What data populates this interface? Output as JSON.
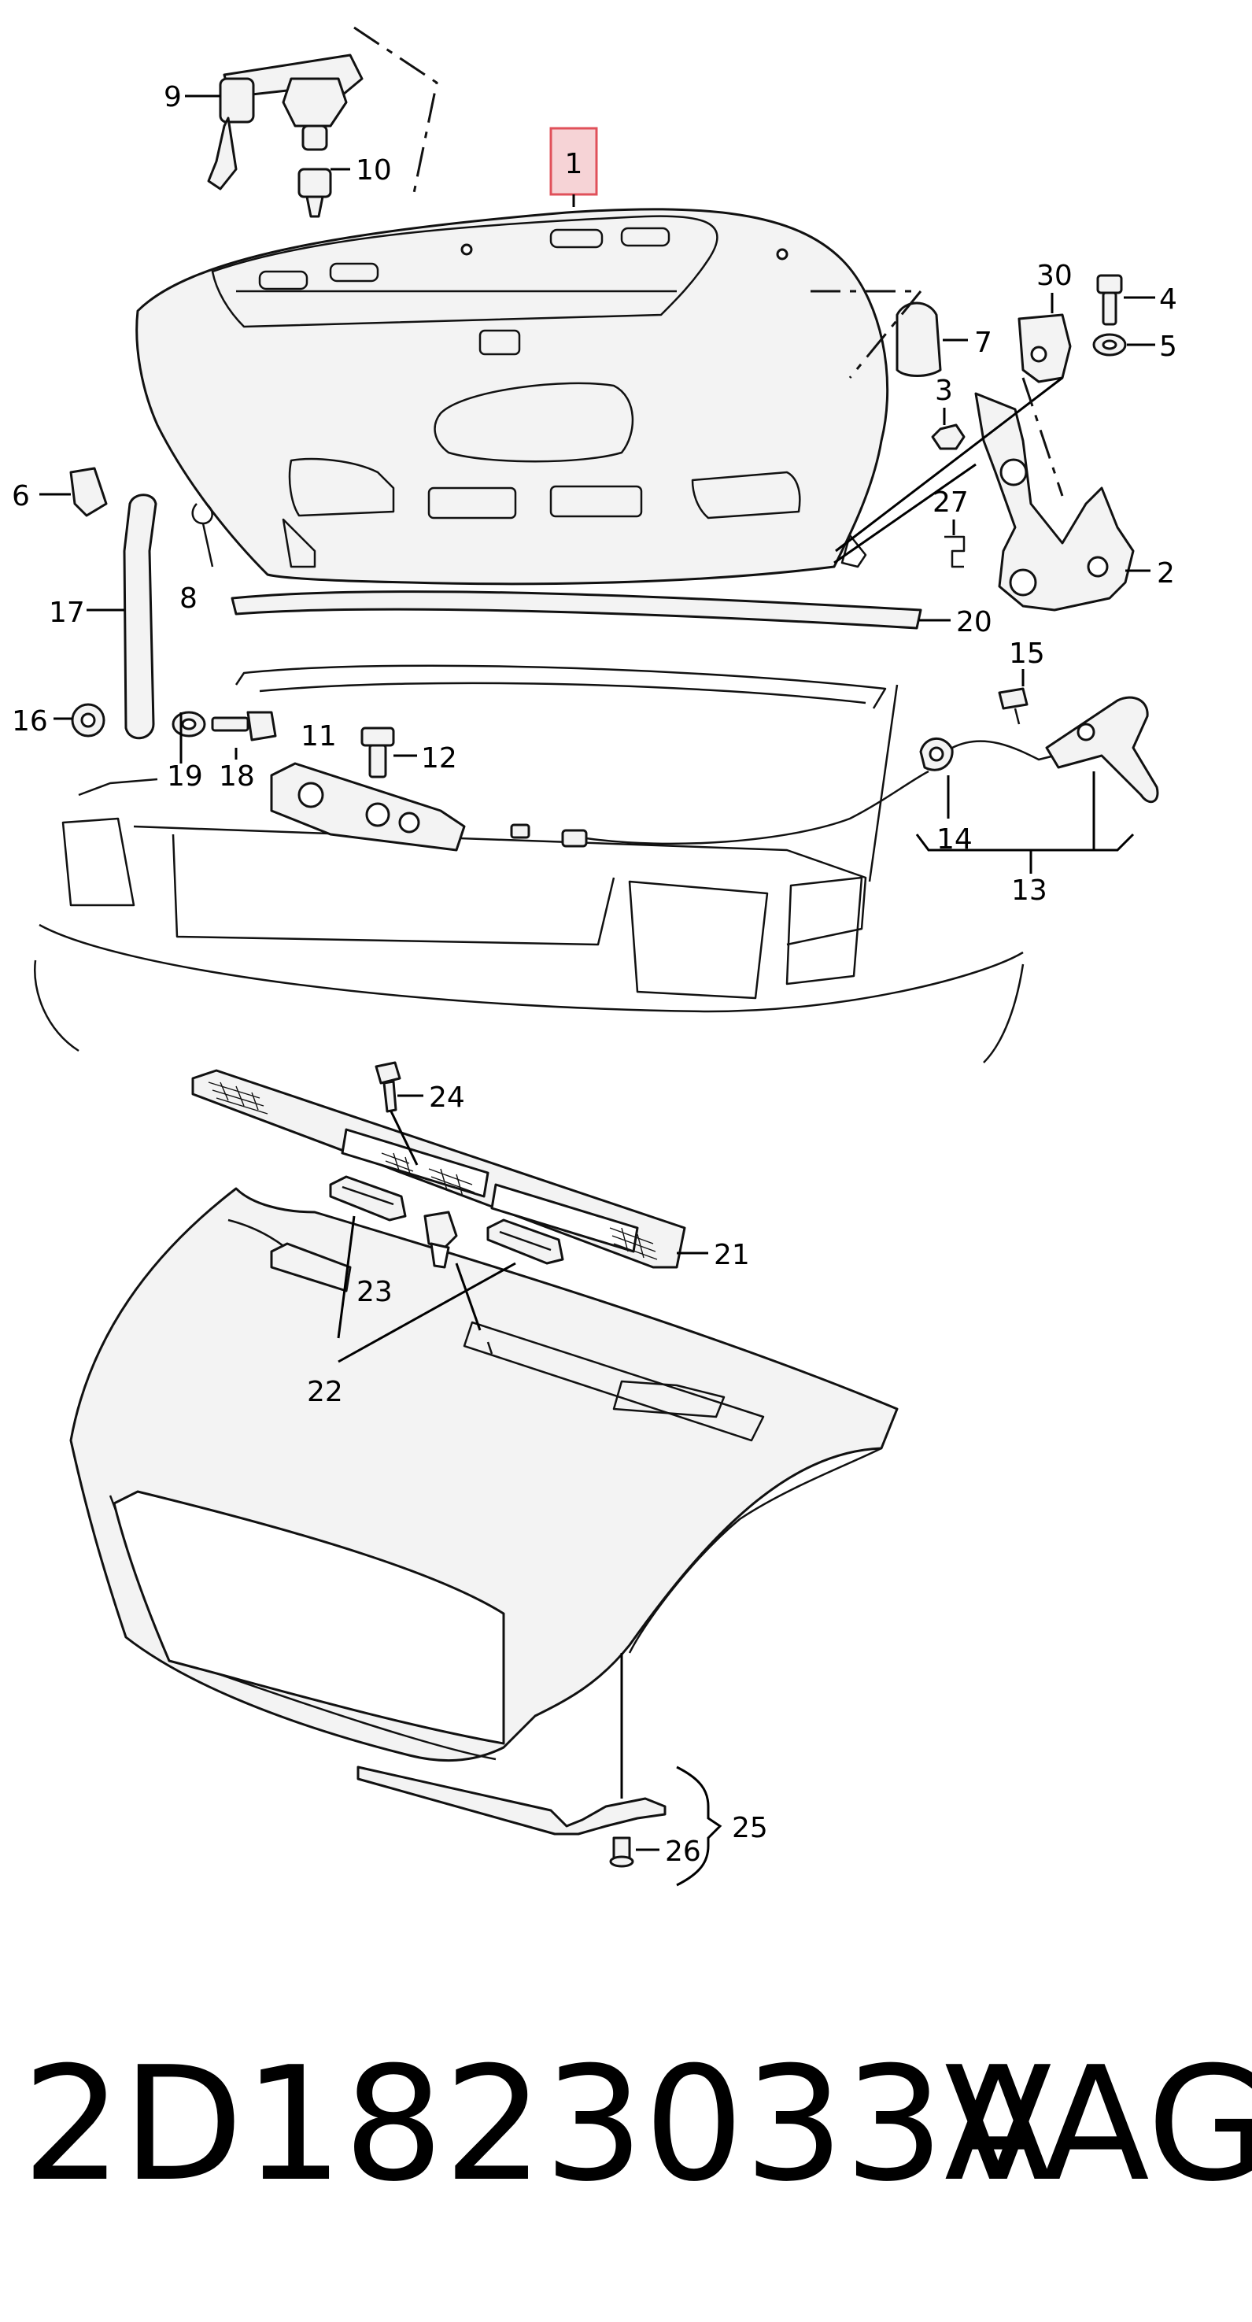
{
  "callouts": {
    "c1": "1",
    "c2": "2",
    "c3": "3",
    "c4": "4",
    "c5": "5",
    "c6": "6",
    "c7": "7",
    "c8": "8",
    "c9": "9",
    "c10": "10",
    "c11": "11",
    "c12": "12",
    "c13": "13",
    "c14": "14",
    "c15": "15",
    "c16": "16",
    "c17": "17",
    "c18": "18",
    "c19": "19",
    "c20": "20",
    "c21": "21",
    "c22": "22",
    "c23": "23",
    "c24": "24",
    "c25": "25",
    "c26": "26",
    "c27": "27",
    "c30": "30"
  },
  "highlight_color": "#e0505a",
  "highlight_fill": "#f6d3d6",
  "footer": {
    "part_number": "2D1823033A",
    "brand": "VAG"
  }
}
